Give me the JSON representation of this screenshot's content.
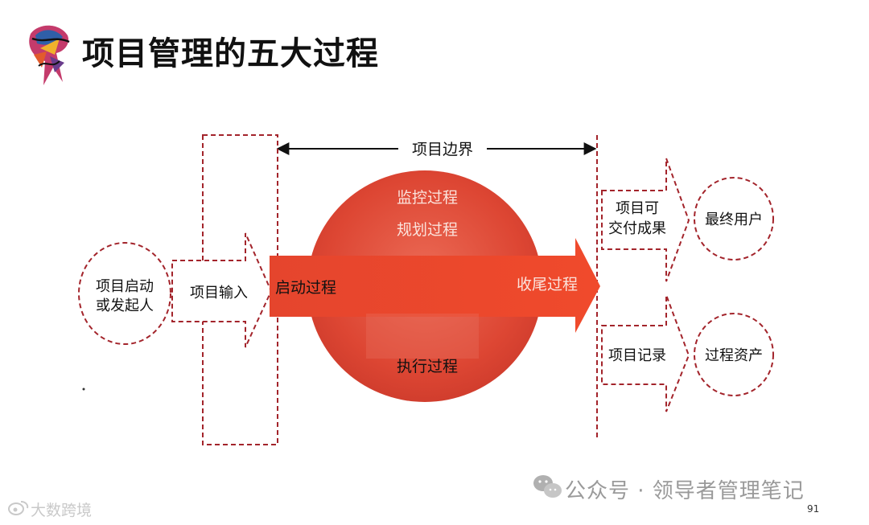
{
  "title": "项目管理的五大过程",
  "boundary_label": "项目边界",
  "nodes": {
    "sponsor": [
      "项目启动",
      "或发起人"
    ],
    "input": "项目输入",
    "initiating": "启动过程",
    "monitoring": "监控过程",
    "planning": "规划过程",
    "executing": "执行过程",
    "closing": "收尾过程",
    "deliverables": [
      "项目可",
      "交付成果"
    ],
    "end_user": "最终用户",
    "records": "项目记录",
    "assets": "过程资产"
  },
  "colors": {
    "dash_red": "#a3242b",
    "orb_red": "#e04a35",
    "arrow_red": "#e5452d",
    "text_dark": "#111111",
    "text_light": "#fbe3dc"
  },
  "watermark_left": "大数跨境",
  "watermark_right": "公众号 · 领导者管理笔记",
  "page_number": "91",
  "icons": [
    "logo-emblem-icon",
    "wechat-icon",
    "weibo-icon",
    "double-arrow-icon"
  ]
}
